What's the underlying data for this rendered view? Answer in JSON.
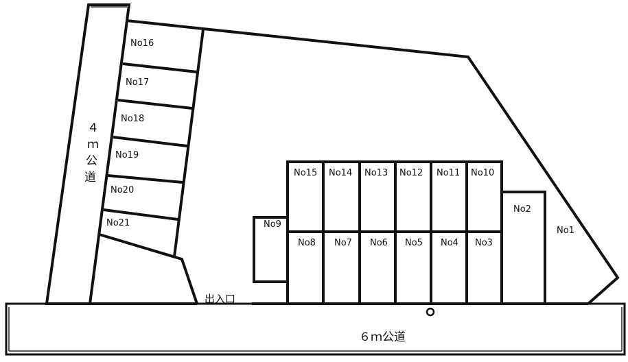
{
  "roads": {
    "bottom_label": "６ｍ公道",
    "left_label_chars": [
      "４",
      "ｍ",
      "公",
      "道"
    ]
  },
  "entrance_label": "出入口",
  "spaces": {
    "No1": "No1",
    "No2": "No2",
    "No3": "No3",
    "No4": "No4",
    "No5": "No5",
    "No6": "No6",
    "No7": "No7",
    "No8": "No8",
    "No9": "No9",
    "No10": "No10",
    "No11": "No11",
    "No12": "No12",
    "No13": "No13",
    "No14": "No14",
    "No15": "No15",
    "No16": "No16",
    "No17": "No17",
    "No18": "No18",
    "No19": "No19",
    "No20": "No20",
    "No21": "No21"
  }
}
